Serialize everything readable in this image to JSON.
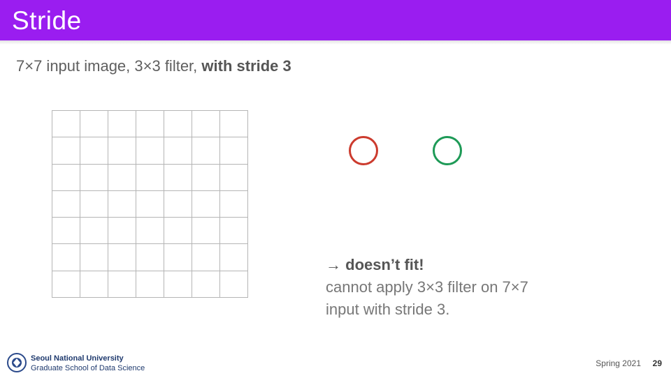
{
  "slide": {
    "title": "Stride",
    "subtitle_plain": "7×7 input image, 3×3 filter, ",
    "subtitle_bold": "with stride 3",
    "grid": {
      "rows": 7,
      "cols": 7
    },
    "markers": [
      {
        "name": "red-circle",
        "color": "#cc3b2e"
      },
      {
        "name": "green-circle",
        "color": "#1e9a57"
      }
    ],
    "note": {
      "arrow": "→",
      "headline": "doesn’t fit!",
      "line1": "cannot apply 3×3 filter on 7×7",
      "line2": "input with stride 3."
    }
  },
  "footer": {
    "university": "Seoul National University",
    "school": "Graduate School of Data Science",
    "term": "Spring 2021",
    "page": "29"
  },
  "colors": {
    "title_bar": "#9a1df0",
    "logo": "#2b4a8b"
  }
}
